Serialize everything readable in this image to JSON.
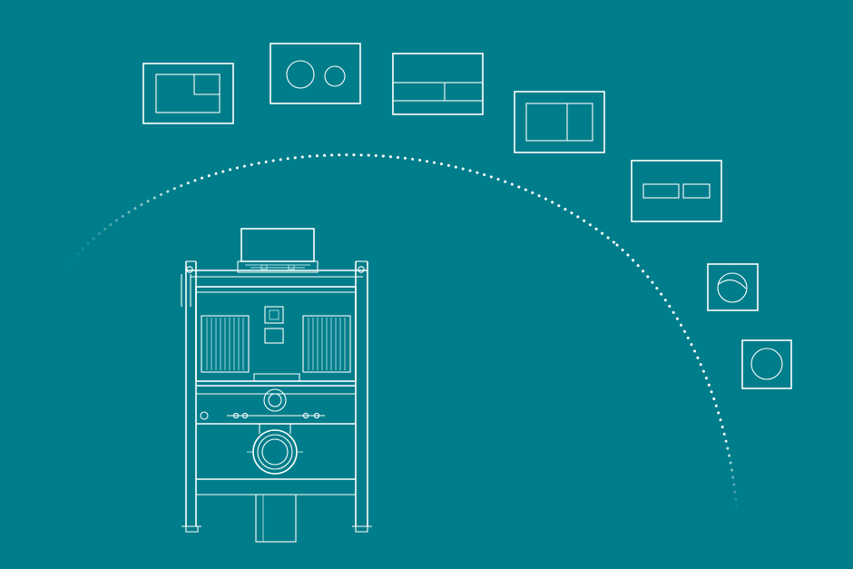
{
  "scene": {
    "background_color": "#007d8a",
    "line_color": "#ffffff",
    "arc_style": "dotted",
    "frame": {
      "icon": "concealed-cistern-frame-icon"
    },
    "flush_plates": [
      {
        "id": "plate-1",
        "icon": "square-split-button-plate-icon"
      },
      {
        "id": "plate-2",
        "icon": "dual-round-button-plate-icon"
      },
      {
        "id": "plate-3",
        "icon": "horizontal-bar-plate-icon"
      },
      {
        "id": "plate-4",
        "icon": "two-panel-plate-icon"
      },
      {
        "id": "plate-5",
        "icon": "small-dual-button-plate-icon"
      },
      {
        "id": "plate-6",
        "icon": "round-tilted-button-plate-icon"
      },
      {
        "id": "plate-7",
        "icon": "single-round-button-plate-icon"
      }
    ]
  }
}
